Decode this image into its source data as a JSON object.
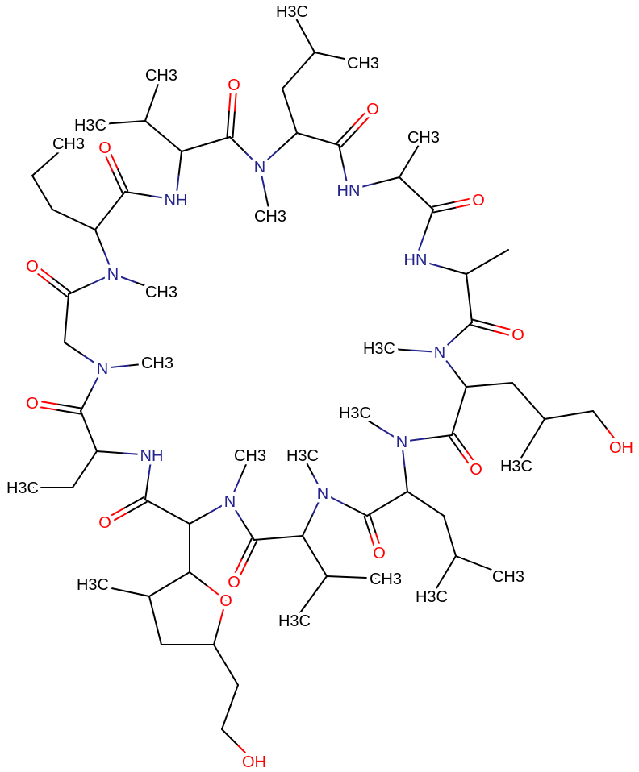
{
  "colors": {
    "carbon": "#000000",
    "nitrogen": "#23238e",
    "oxygen": "#ff0000"
  },
  "atoms": {
    "a1": "H3C",
    "a2": "CH3",
    "a3": "O",
    "a4": "HN",
    "a5": "N",
    "a6": "CH3",
    "a7": "O",
    "a8": "CH3",
    "a9": "H3C",
    "a10": "NH",
    "a11": "O",
    "a12": "CH3",
    "a13": "N",
    "a14": "CH3",
    "a15": "O",
    "a16": "N",
    "a17": "CH3",
    "a18": "O",
    "a19": "H3C",
    "a20": "NH",
    "a21": "O",
    "a22": "N",
    "a23": "CH3",
    "a24": "O",
    "a25": "H3C",
    "a26": "OH",
    "a27": "O",
    "a28": "CH3",
    "a29": "H3C",
    "a30": "N",
    "a31": "H3C",
    "a32": "O",
    "a33": "CH3",
    "a34": "H3C",
    "a35": "N",
    "a36": "H3C",
    "a37": "O",
    "a38": "H3C",
    "a39": "OH",
    "a40": "N",
    "a41": "H3C",
    "a42": "O",
    "a43": "HN",
    "a44": "O",
    "a45": "CH3"
  }
}
